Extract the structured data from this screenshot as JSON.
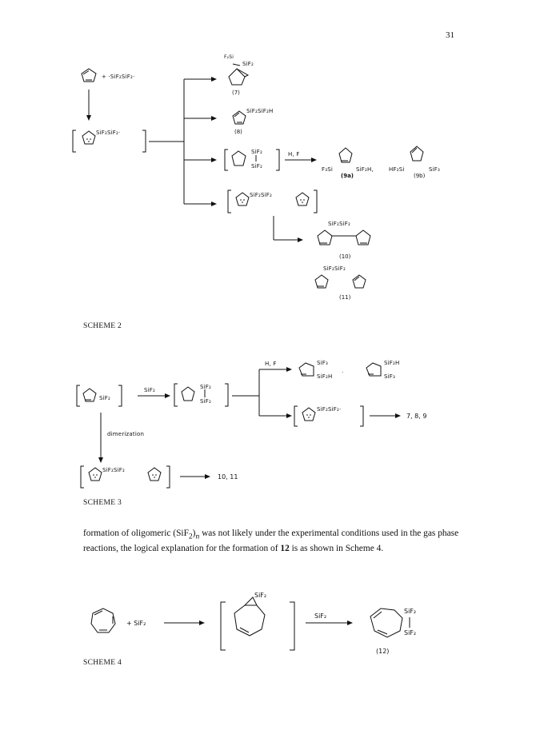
{
  "page_number": "31",
  "scheme2": {
    "label": "SCHEME 2",
    "reagent": "+ ·SiF₂SiF₂·",
    "intermediate": "SiF₂SiF₂·",
    "p7_label_top": "F₂Si",
    "p7_label_right": "SiF₂",
    "p7_num": "(7)",
    "p8_label": "SiF₂SiF₂H",
    "p8_num": "(8)",
    "p9_si_top": "SiF₂",
    "p9_si_bottom": "SiF₂",
    "p9_reagent": "H, F",
    "p9a_left": "F₃Si",
    "p9a_right": "SiF₂H,",
    "p9a_num": "(9a)",
    "p9b_left": "HF₂Si",
    "p9b_right": "SiF₃",
    "p9b_num": "(9b)",
    "dimer_label": "SiF₂SiF₂",
    "p10_label": "SiF₂SiF₂",
    "p10_num": "(10)",
    "p11_label": "SiF₂SiF₂",
    "p11_num": "(11)"
  },
  "scheme3": {
    "label": "SCHEME 3",
    "start_si": "SiF₂",
    "arrow_reagent": "SiF₂",
    "int_si_top": "SiF₂",
    "int_si_bottom": "SiF₂",
    "reagent": "H, F",
    "pa_top": "SiF₃",
    "pa_bottom": "SiF₂H",
    "sep": "·",
    "pb_top": "SiF₂H",
    "pb_bottom": "SiF₃",
    "radical_label": "SiF₂SiF₂·",
    "radical_products": "7, 8, 9",
    "dimerization": "dimerization",
    "dimer_label": "SiF₂SiF₂",
    "dimer_products": "10, 11"
  },
  "paragraph": {
    "part1": "formation of oligomeric (SiF",
    "sub1": "2",
    "part2": ")",
    "subn": "n",
    "part3": " was not likely under the experimental conditions used in the gas phase reactions, the logical explanation for the formation of ",
    "bold": "12",
    "part4": " is as shown in Scheme 4."
  },
  "scheme4": {
    "label": "SCHEME 4",
    "plus": "+  SiF₂",
    "int_si": "SiF₂",
    "arrow_reagent": "SiF₂",
    "p12_top": "SiF₂",
    "p12_bottom": "SiF₂",
    "p12_num": "(12)"
  }
}
